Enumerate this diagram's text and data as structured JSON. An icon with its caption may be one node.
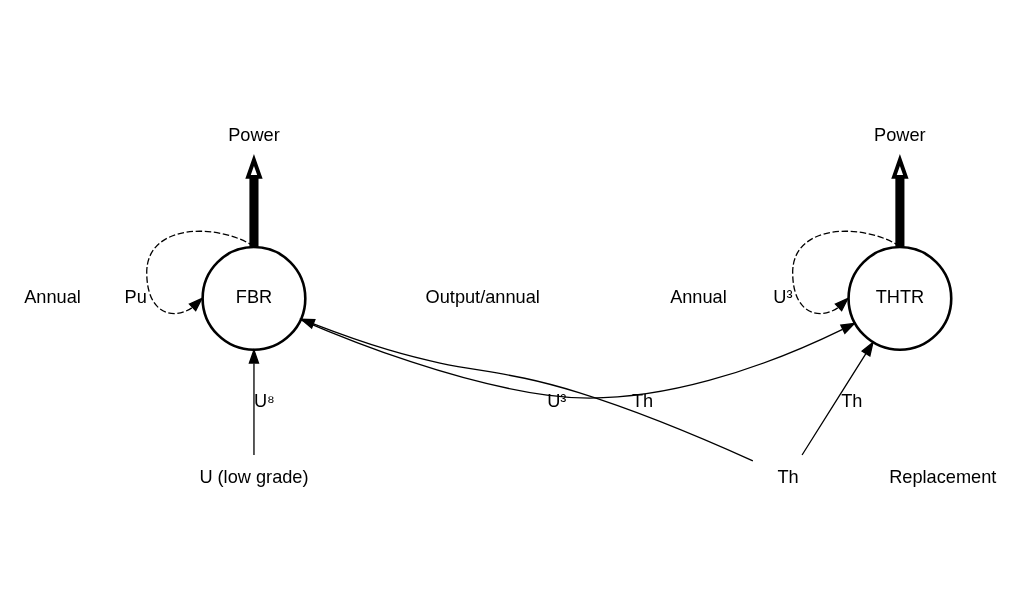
{
  "diagram": {
    "nodes": [
      {
        "text": [
          "Power"
        ]
      },
      {
        "text": [
          "Power"
        ]
      },
      {
        "text": [
          "FBR"
        ]
      },
      {
        "text": [
          "THTR"
        ]
      },
      {
        "text": [
          "U (low grade)"
        ]
      },
      {
        "text": [
          "Th"
        ]
      }
    ],
    "edges": [
      {
        "from": 2,
        "to": 0,
        "arrow": "to",
        "style": "thick"
      },
      {
        "from": 3,
        "to": 1,
        "arrow": "to",
        "style": "thick"
      },
      {
        "from": 2,
        "to": 2,
        "arrow": "to",
        "style": "dashed",
        "label": "Pu"
      },
      {
        "from": 3,
        "to": 3,
        "arrow": "to",
        "style": "dashed",
        "label": "U³"
      },
      {
        "from": 2,
        "to": 3,
        "arrow": "to",
        "label": "U³"
      },
      {
        "from": 4,
        "to": 2,
        "arrow": "to",
        "label": "U⁸"
      },
      {
        "from": 5,
        "to": 2,
        "arrow": "to",
        "label": "Th"
      },
      {
        "from": 5,
        "to": 3,
        "arrow": "to",
        "label": "Th"
      }
    ],
    "labels": [
      "Annual",
      "Annual",
      "Output/annual",
      "Replacement"
    ]
  }
}
